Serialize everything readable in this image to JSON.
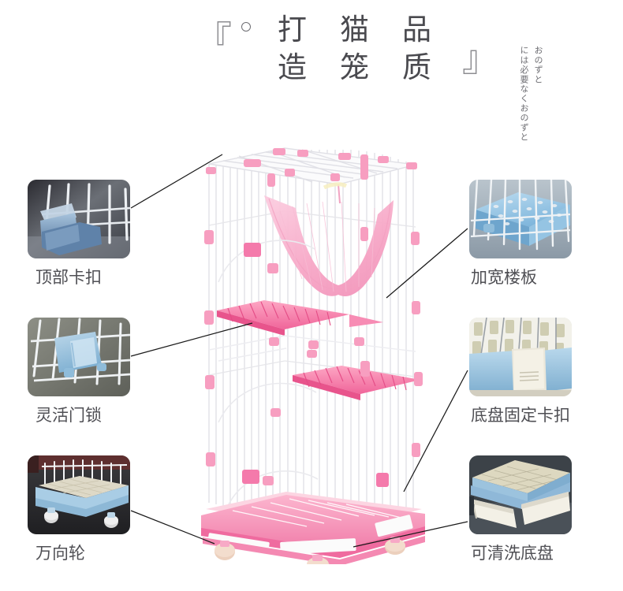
{
  "header": {
    "bracket_open": "『",
    "bracket_close": "』",
    "circle_mark": "ring-mark",
    "title_columns": [
      {
        "chars": [
          "打",
          "造"
        ]
      },
      {
        "chars": [
          "猫",
          "笼"
        ]
      },
      {
        "chars": [
          "品",
          "质"
        ]
      }
    ],
    "title_text": "打造猫笼品质",
    "japanese_columns": [
      "おのずと",
      "には必要なくおのずと"
    ]
  },
  "product": {
    "name": "pink-cat-cage",
    "alt": "三层粉色猫笼",
    "colors": {
      "frame_white": "#f4f4f6",
      "pink_light": "#f9b9cd",
      "pink_mid": "#f48fb1",
      "pink_deep": "#ef5f96",
      "hammock": "#f7aec9",
      "wheel": "#e8c9b6"
    }
  },
  "features": {
    "left": [
      {
        "id": "top-clip",
        "label": "顶部卡扣",
        "thumb": "blue-corner-clip-on-white-wire-cage"
      },
      {
        "id": "door-lock",
        "label": "灵活门锁",
        "thumb": "blue-latch-lock-on-wire-mesh"
      },
      {
        "id": "caster-wheel",
        "label": "万向轮",
        "thumb": "blue-cage-base-with-casters"
      }
    ],
    "right": [
      {
        "id": "wide-floor",
        "label": "加宽楼板",
        "thumb": "blue-perforated-floor-board-in-cage"
      },
      {
        "id": "chassis-clip",
        "label": "底盘固定卡扣",
        "thumb": "blue-and-cream-chassis-fixing-clips"
      },
      {
        "id": "washable-tray",
        "label": "可清洗底盘",
        "thumb": "two-pullout-white-trays-under-blue-base"
      }
    ]
  },
  "colors": {
    "background": "#ffffff",
    "text_primary": "#4f4f54",
    "text_header": "#4a4a4f",
    "text_muted": "#6f6f74",
    "bracket": "#8e8e92",
    "pointer_line": "#1a1a1a",
    "accent_blue": "#a8cbe3",
    "accent_pink": "#f48fb1"
  }
}
